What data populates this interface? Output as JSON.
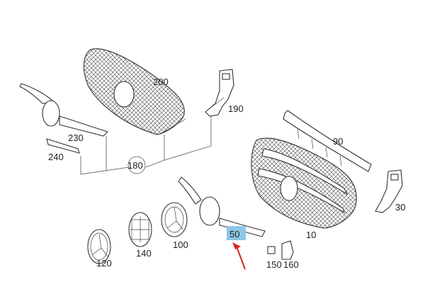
{
  "parts": [
    {
      "id": "p200",
      "label": "200"
    },
    {
      "id": "p190",
      "label": "190"
    },
    {
      "id": "p230",
      "label": "230"
    },
    {
      "id": "p240",
      "label": "240"
    },
    {
      "id": "p180",
      "label": "180"
    },
    {
      "id": "p90",
      "label": "90"
    },
    {
      "id": "p30",
      "label": "30"
    },
    {
      "id": "p10",
      "label": "10"
    },
    {
      "id": "p50",
      "label": "50"
    },
    {
      "id": "p100",
      "label": "100"
    },
    {
      "id": "p140",
      "label": "140"
    },
    {
      "id": "p120",
      "label": "120"
    },
    {
      "id": "p150",
      "label": "150"
    },
    {
      "id": "p160",
      "label": "160"
    }
  ],
  "highlight": {
    "part": "50",
    "box_color": "#8ec6e6",
    "arrow_color": "#e0201c"
  }
}
